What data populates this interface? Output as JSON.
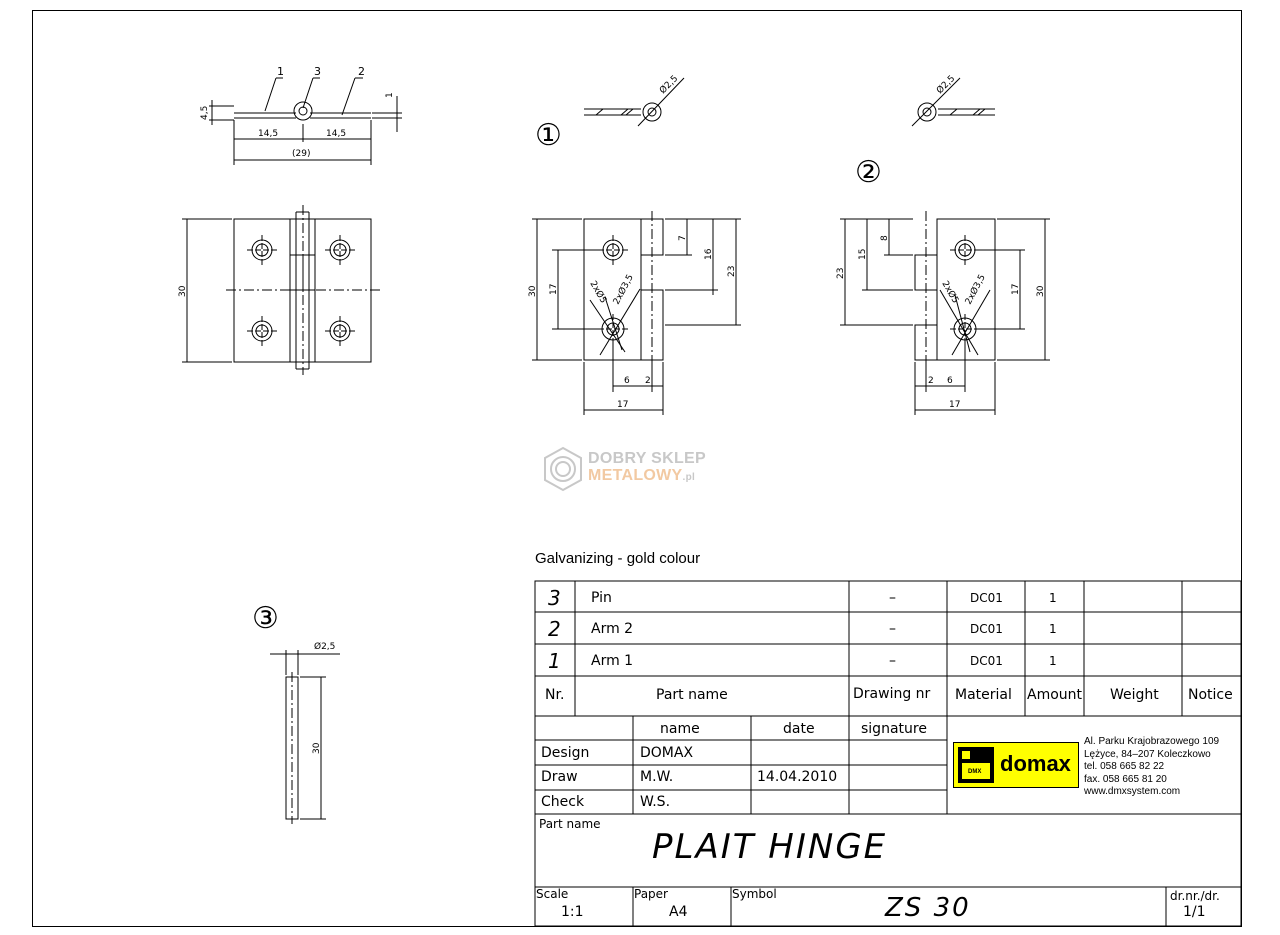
{
  "watermark": {
    "line1": "DOBRY SKLEP",
    "line2": "METALOWY",
    "suffix": ".pl"
  },
  "note": "Galvanizing - gold colour",
  "view_labels": {
    "view1": "①",
    "view2": "②",
    "view3": "③"
  },
  "dimensions": {
    "top": {
      "callout1": "1",
      "callout2": "2",
      "callout3": "3",
      "left": "14,5",
      "right": "14,5",
      "total": "(29)",
      "thickness": "4,5",
      "sheet": "1"
    },
    "front": {
      "height": "30"
    },
    "arm1": {
      "dia": "Ø2,5",
      "h30": "30",
      "h17": "17",
      "d7": "7",
      "d16": "16",
      "d23": "23",
      "d6": "6",
      "d2": "2",
      "d17": "17",
      "hole_a": "2xØ5",
      "hole_b": "2xØ3,5"
    },
    "arm2": {
      "dia": "Ø2,5",
      "h23": "23",
      "h15": "15",
      "d8": "8",
      "h17": "17",
      "h30": "30",
      "d2": "2",
      "d6": "6",
      "d17": "17",
      "hole_a": "2xØ5",
      "hole_b": "2xØ3,5"
    },
    "pin": {
      "dia": "Ø2,5",
      "len": "30"
    }
  },
  "parts": [
    {
      "nr": "3",
      "name": "Pin",
      "drawing": "–",
      "material": "DC01",
      "amount": "1",
      "weight": "",
      "notice": ""
    },
    {
      "nr": "2",
      "name": "Arm  2",
      "drawing": "–",
      "material": "DC01",
      "amount": "1",
      "weight": "",
      "notice": ""
    },
    {
      "nr": "1",
      "name": "Arm  1",
      "drawing": "–",
      "material": "DC01",
      "amount": "1",
      "weight": "",
      "notice": ""
    }
  ],
  "parts_header": {
    "nr": "Nr.",
    "name": "Part name",
    "drawing": "Drawing nr",
    "material": "Material",
    "amount": "Amount",
    "weight": "Weight",
    "notice": "Notice"
  },
  "approval_header": {
    "name": "name",
    "date": "date",
    "signature": "signature"
  },
  "approvals": [
    {
      "role": "Design",
      "name": "DOMAX",
      "date": "",
      "signature": ""
    },
    {
      "role": "Draw",
      "name": "M.W.",
      "date": "14.04.2010",
      "signature": ""
    },
    {
      "role": "Check",
      "name": "W.S.",
      "date": "",
      "signature": ""
    }
  ],
  "company": {
    "logo": "domax",
    "logo_small": "DMX",
    "address": [
      "Al. Parku Krajobrazowego 109",
      "Lężyce, 84–207 Koleczkowo",
      "tel. 058 665 82 22",
      "fax. 058 665 81 20",
      "www.dmxsystem.com"
    ]
  },
  "title": {
    "label": "Part name",
    "value": "PLAIT HINGE"
  },
  "footer": {
    "scale_label": "Scale",
    "scale": "1:1",
    "paper_label": "Paper",
    "paper": "A4",
    "symbol_label": "Symbol",
    "symbol": "ZS 30",
    "sheet_label": "dr.nr./dr.",
    "sheet": "1/1"
  },
  "colors": {
    "line": "#000000",
    "logo_bg": "#ffff00",
    "wm_gray": "#c8c8c8",
    "wm_orange": "#f2c9a2"
  }
}
